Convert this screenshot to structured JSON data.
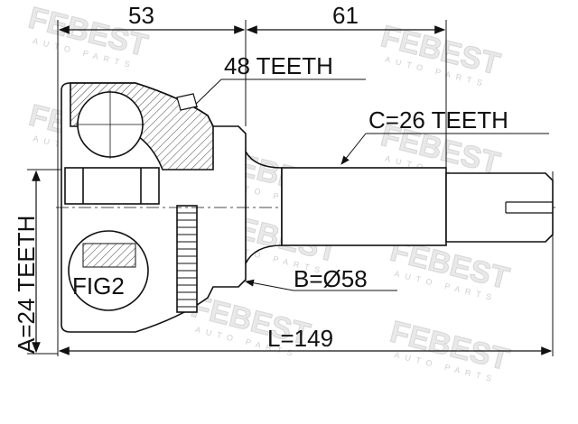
{
  "watermark": {
    "brand": "FEBEST",
    "sub": "AUTO PARTS"
  },
  "dimensions": {
    "left_length": "53",
    "right_length": "61",
    "outer_teeth": "48 TEETH",
    "shaft_teeth": "C=26 TEETH",
    "inner_teeth": "A=24 TEETH",
    "diameter": "B=Ø58",
    "total_length": "L=149"
  },
  "figure_label": "FIG2",
  "colors": {
    "line": "#111111",
    "watermark": "#d6d6d6"
  }
}
